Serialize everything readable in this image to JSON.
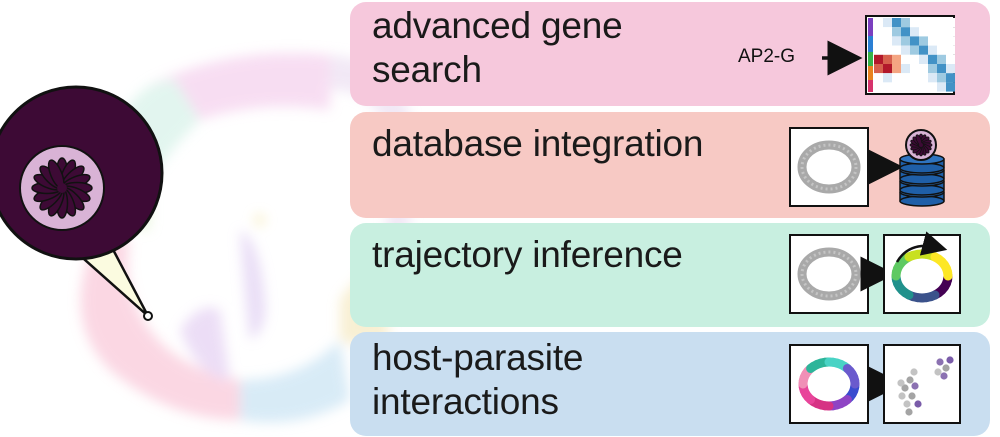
{
  "panels": [
    {
      "label_lines": [
        "advanced gene",
        "search"
      ],
      "color": "#f6c8dc",
      "gene_label": "AP2-G"
    },
    {
      "label_lines": [
        "database integration"
      ],
      "color": "#f7c9c4"
    },
    {
      "label_lines": [
        "trajectory inference"
      ],
      "color": "#c8efe0"
    },
    {
      "label_lines": [
        "host-parasite",
        "interactions"
      ],
      "color": "#c9def0"
    }
  ],
  "colors": {
    "parasite_dark": "#3d0a35",
    "parasite_light": "#d9b3d6",
    "database_blue": "#1f5fa8",
    "umap_gray": "#9a9a9a"
  },
  "icons": {
    "parasite": "flower-parasite-icon",
    "database": "database-stack-icon",
    "arrow": "arrow-right-icon",
    "heatmap": "heatmap-icon"
  }
}
